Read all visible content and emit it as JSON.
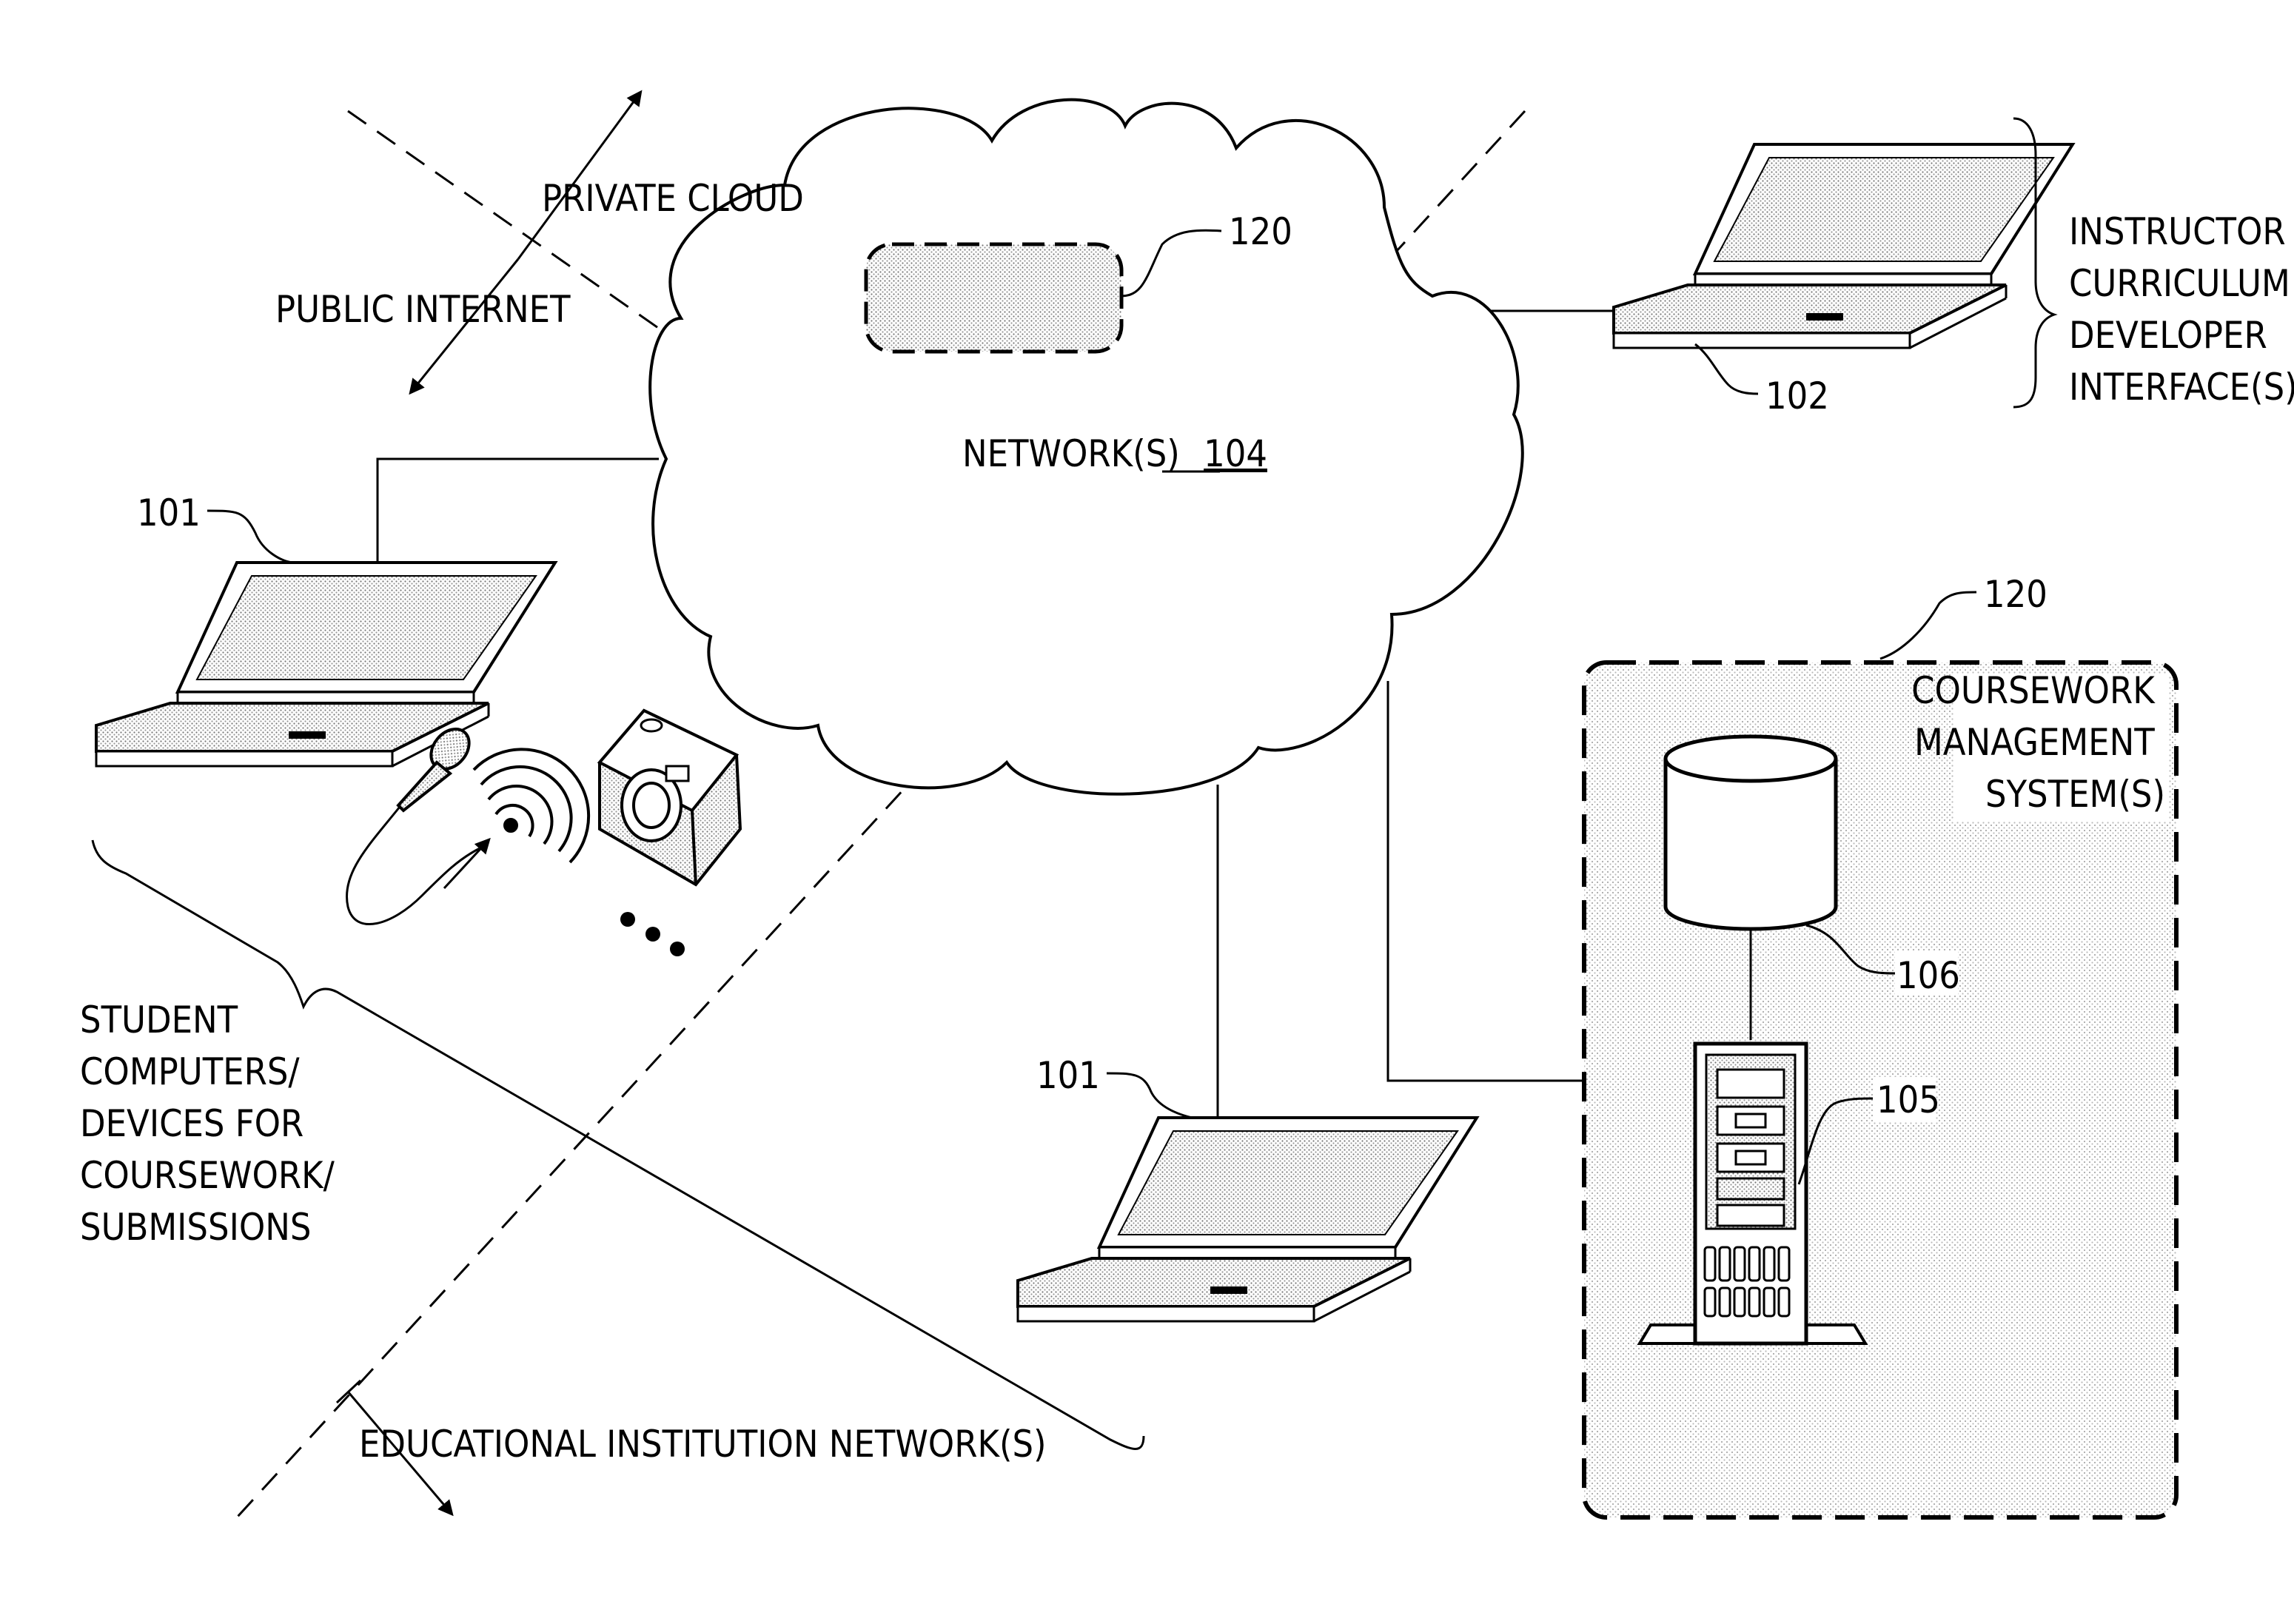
{
  "labels": {
    "private_cloud": "PRIVATE CLOUD",
    "public_internet": "PUBLIC INTERNET",
    "network": "NETWORK(S)",
    "network_ref": "104",
    "ref_120_top": "120",
    "ref_120_right": "120",
    "ref_101_left": "101",
    "ref_101_bottom": "101",
    "ref_102": "102",
    "ref_105": "105",
    "ref_106": "106",
    "instructor": [
      "INSTRUCTOR /",
      "CURRICULUM",
      "DEVELOPER",
      "INTERFACE(S)"
    ],
    "coursework_mgmt": [
      "COURSEWORK",
      "MANAGEMENT",
      "SYSTEM(S)"
    ],
    "student": [
      "STUDENT",
      "COMPUTERS/",
      "DEVICES FOR",
      "COURSEWORK/",
      "SUBMISSIONS"
    ],
    "edu_network": "EDUCATIONAL INSTITUTION NETWORK(S)"
  }
}
